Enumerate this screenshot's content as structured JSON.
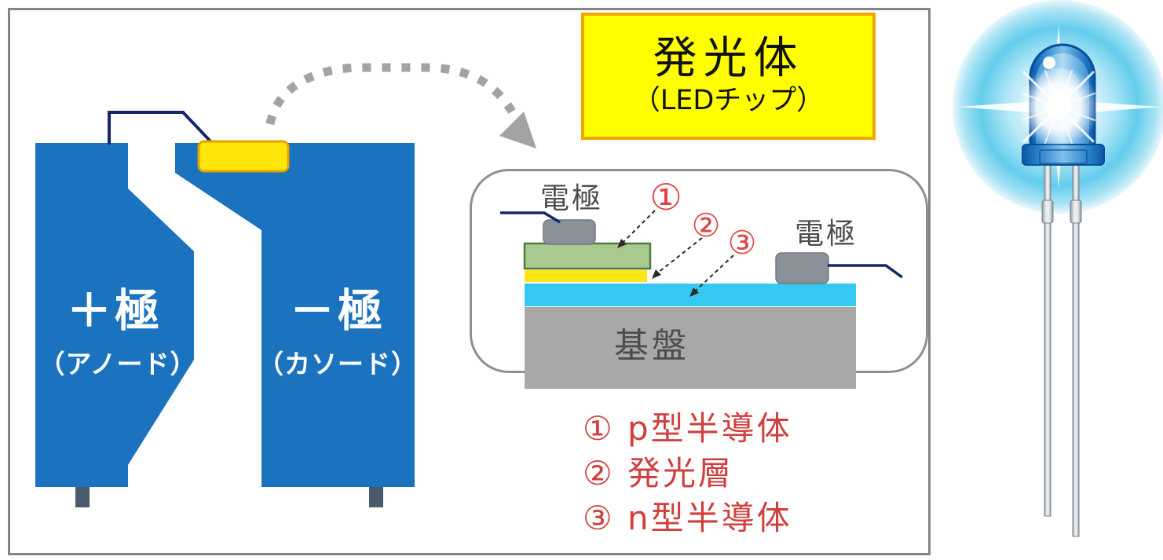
{
  "diagram": {
    "anode": {
      "label": "＋極",
      "sublabel": "（アノード）"
    },
    "cathode": {
      "label": "－極",
      "sublabel": "（カソード）"
    },
    "title_box": {
      "title": "発光体",
      "subtitle": "（LEDチップ）"
    },
    "detail": {
      "electrode_left": "電極",
      "electrode_right": "電極",
      "substrate_label": "基盤",
      "marker1": "①",
      "marker2": "②",
      "marker3": "③"
    },
    "legend": [
      {
        "text": "① p型半導体"
      },
      {
        "text": "② 発光層"
      },
      {
        "text": "③ n型半導体"
      }
    ],
    "colors": {
      "plate_blue": "#1b72be",
      "lead_tab": "#4a5b6e",
      "bond_wire_navy": "#16266b",
      "chip_yellow": "#ffe60a",
      "chip_border": "#e2a400",
      "p_layer_green": "#a9c98f",
      "p_layer_border": "#4e7d3c",
      "emitting_layer_yellow": "#ffe619",
      "n_layer_cyan": "#35c8f0",
      "substrate_gray": "#a8a8a8",
      "electrode_gray": "#8a9199",
      "legend_red": "#cf4040",
      "title_bg": "#ffff00",
      "title_border": "#f0a500",
      "arrow_gray": "#a3a3a3",
      "led_body_blue": "#0b57a4",
      "glow_cyan": "#63cdec"
    }
  }
}
